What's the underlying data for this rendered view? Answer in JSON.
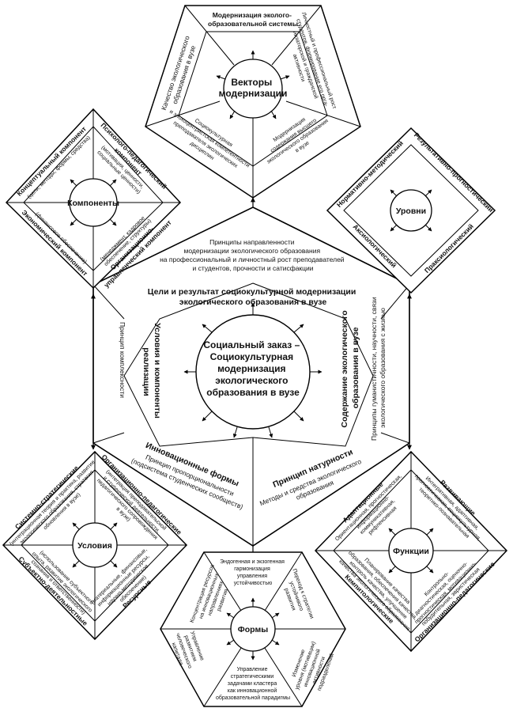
{
  "center": {
    "title_lines": [
      "Социальный заказ –",
      "Социокультурная",
      "модернизация",
      "экологического",
      "образования в вузе"
    ]
  },
  "hexagon": {
    "top": {
      "principle_lines": [
        "Принципы направленности",
        "модернизации экологического образования",
        "на профессиональный и личностный рост преподавателей",
        "и студентов, прочности и сатисфакции"
      ],
      "goal_lines": [
        "Цели и результат социокультурной модернизации",
        "экологического образования в вузе"
      ]
    },
    "left": {
      "title_lines": [
        "Условия и компоненты",
        "реализации"
      ],
      "principle": "Принцип комплексности"
    },
    "right": {
      "title_lines": [
        "Содержание экологического",
        "образования в вузе"
      ],
      "principle_lines": [
        "Принципы гуманистичности, научности, связи",
        "экологического образования с жизнью"
      ]
    },
    "bottom_left": {
      "title": "Инновационные формы",
      "principle_lines": [
        "Принцип пропорциональности",
        "(подсистема студенческих сообществ)"
      ]
    },
    "bottom_right": {
      "title": "Принцип натурности",
      "subtitle_lines": [
        "Методы и средства экологического",
        "образования"
      ]
    }
  },
  "vectors": {
    "title_lines": [
      "Векторы",
      "модернизации"
    ],
    "top": [
      "Модернизация эколого-",
      "образовательной системы"
    ],
    "left": [
      "Качество экологического",
      "образования в вузе"
    ],
    "right": [
      "Личностный и профессиональный рост",
      "студентов, формирование его орга-",
      "низаторской и гражданской",
      "активности"
    ],
    "bottom_left": [
      "Социокультурная",
      "и эпохоцентристская компетентности",
      "преподавателя экологических",
      "дисциплин"
    ],
    "bottom_right": [
      "Модернизация",
      "содержания высшего",
      "экологического образования",
      "в вузе"
    ]
  },
  "components": {
    "title": "Компоненты",
    "top_left": [
      "Концептуальный компонент",
      "(цели, методы, формы, средства)"
    ],
    "top_right": [
      "Психолого-педагогический",
      "компонент",
      "(мотивация, ценности,",
      "социальные ценности)"
    ],
    "bottom_left": [
      "Экономический компонент",
      "(финансовое обеспечение)"
    ],
    "bottom_right": [
      "Организационно-",
      "управленческий компонент",
      "(менеджмент, кадровое",
      "обеспечение, структуры)"
    ]
  },
  "levels": {
    "title": "Уровни",
    "top_left": "Нормативно-методический",
    "top_right": "Результативно-прогностический",
    "bottom_left": "Аксиологический",
    "bottom_right": "Праксиологический"
  },
  "conditions": {
    "title": "Условия",
    "top_left": [
      "Системно-стратегические",
      "(интеграционная теория и практика, развитие",
      "экологического образования, стратегия",
      "обновления в вузе)"
    ],
    "top_right": [
      "Организационно-педагогические",
      "(интеграция преподавательской",
      "и студенческой деятельности,",
      "педагогического сопровождения",
      "в вузе)"
    ],
    "bottom_left": [
      "Субъектно-деятельностные",
      "(использование субъектного",
      "опыта, развитие экологического",
      "сознания и ответственности)"
    ],
    "bottom_right": [
      "Ресурсные",
      "(материальные, финансовые,",
      "информационные ресурсы,",
      "научно-методическое",
      "обеспечение)"
    ]
  },
  "functions": {
    "title": "Функции",
    "top_left": [
      "Адаптационные",
      "Ориентационная, прогностическая,",
      "информационно-",
      "коммуникативная,",
      "рефлексивная"
    ],
    "top_right": [
      "Развивающие",
      "Интегративная, адаптивная,",
      "прогностическая, социокультурная,",
      "теоретико-познавательная"
    ],
    "bottom_left": [
      "Кемпитологические",
      "Планирование качества",
      "образования, обеспечения качества,",
      "контроль качества, улучшение",
      "качества экологического образования"
    ],
    "bottom_right": [
      "Организационно-педагогические",
      "Контрольно-",
      "диагностическая, оценочно-",
      "прогностическая, мотивационно-",
      "побудительная, эвристическая"
    ]
  },
  "forms": {
    "title": "Формы",
    "top": [
      "Эндогенная и экзогенная",
      "гармонизация",
      "управления",
      "устойчивостью"
    ],
    "top_left": [
      "Концентрация ресурсов",
      "на инновационных",
      "направлениях",
      "развития"
    ],
    "top_right": [
      "Переход к стратегии",
      "устойчивого",
      "развития"
    ],
    "bottom_left": [
      "Управление",
      "развитием",
      "человеческого",
      "капитала"
    ],
    "bottom_right": [
      "Изменение",
      "уровня (мотивации)",
      "инновационной",
      "активности",
      "подразделений"
    ],
    "bottom": [
      "Управление",
      "стратегическими",
      "задачами кластера",
      "как инновационной",
      "образовательной парадигмы"
    ]
  }
}
